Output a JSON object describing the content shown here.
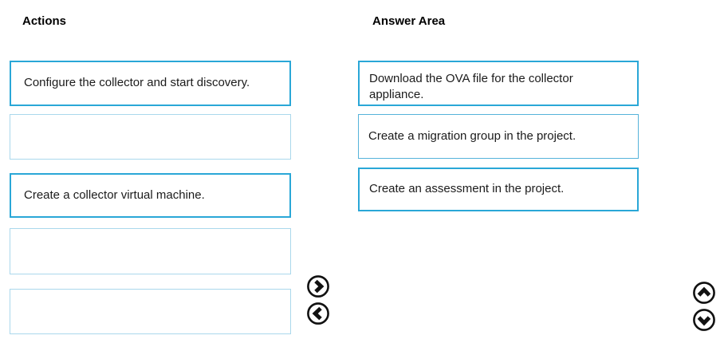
{
  "headings": {
    "actions": "Actions",
    "answer_area": "Answer Area"
  },
  "colors": {
    "box_border_active": "#2aa7d7",
    "box_border_empty": "#aad8ec",
    "box_border_answer_light": "#56b3da",
    "text": "#1b1b1b",
    "icon": "#111111",
    "background": "#ffffff"
  },
  "actions": {
    "items": [
      {
        "label": "Configure the collector and start discovery.",
        "state": "filled"
      },
      {
        "label": "",
        "state": "empty"
      },
      {
        "label": "Create a collector virtual machine.",
        "state": "filled"
      },
      {
        "label": "",
        "state": "empty"
      },
      {
        "label": "",
        "state": "empty"
      }
    ]
  },
  "answer_area": {
    "items": [
      {
        "label": "Download the OVA file for the collector appliance."
      },
      {
        "label": "Create a migration group in the project."
      },
      {
        "label": "Create an assessment in the project."
      }
    ]
  },
  "controls": {
    "move_right": {
      "icon": "chevron-right-circle-icon"
    },
    "move_left": {
      "icon": "chevron-left-circle-icon"
    },
    "move_up": {
      "icon": "chevron-up-circle-icon"
    },
    "move_down": {
      "icon": "chevron-down-circle-icon"
    }
  }
}
